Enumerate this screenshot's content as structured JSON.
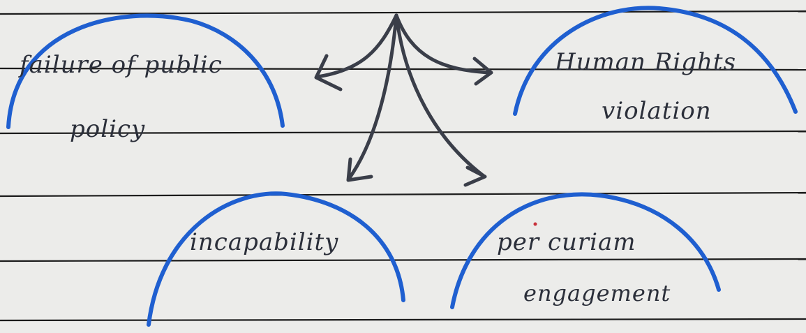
{
  "diagram": {
    "nodes": [
      {
        "id": "failure-of-public-policy",
        "lines": [
          "failure of public",
          "policy"
        ]
      },
      {
        "id": "human-rights-violation",
        "lines": [
          "Human Rights",
          "violation"
        ]
      },
      {
        "id": "incapability",
        "lines": [
          "incapability"
        ]
      },
      {
        "id": "per-curiam-engagement",
        "lines": [
          "per curiam",
          "engagement"
        ]
      }
    ],
    "edges": [
      {
        "from": "origin",
        "to": "failure-of-public-policy"
      },
      {
        "from": "origin",
        "to": "human-rights-violation"
      },
      {
        "from": "origin",
        "to": "incapability"
      },
      {
        "from": "origin",
        "to": "per-curiam-engagement"
      }
    ]
  },
  "colors": {
    "paper": "#ececea",
    "rule_line": "#1c1c1c",
    "arc_ink": "#1f5fd0",
    "pen_ink": "#2b2f3a"
  }
}
